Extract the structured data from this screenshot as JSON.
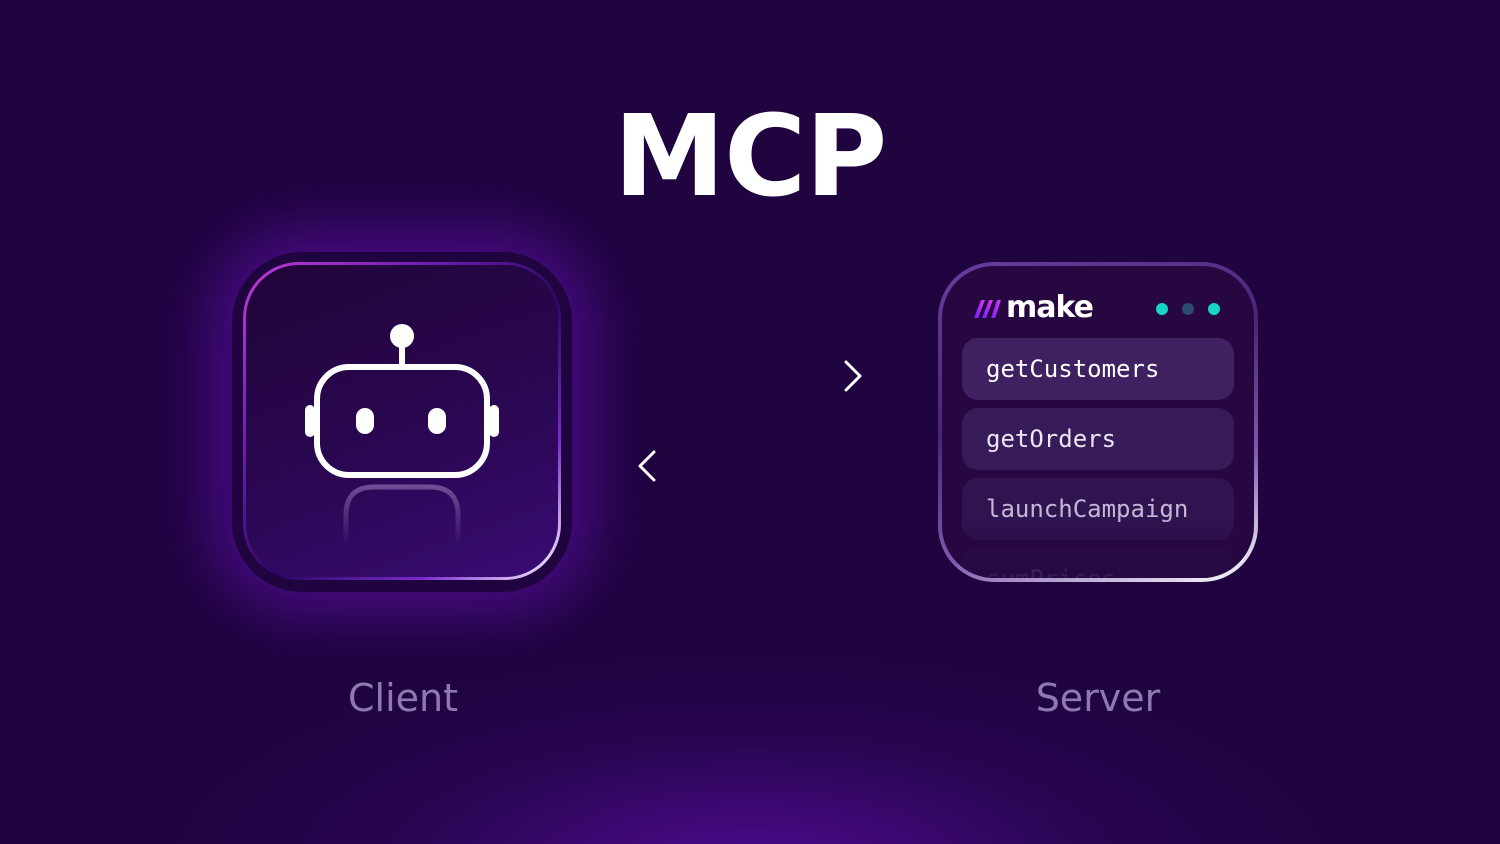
{
  "title": "MCP",
  "client": {
    "label": "Client",
    "icon": "robot-icon"
  },
  "server": {
    "label": "Server",
    "brand": "make",
    "brand_icon": "make-logo-icon",
    "window_dots": [
      "#19d3c5",
      "#2c4a6e",
      "#19d3c5"
    ],
    "tools": [
      "getCustomers",
      "getOrders",
      "launchCampaign",
      "sumPrices"
    ]
  },
  "arrows": {
    "to_server": "arrow-right-icon",
    "to_client": "arrow-left-icon"
  },
  "colors": {
    "background": "#1f0440",
    "accent_glow": "#7a14d2",
    "caption": "#8f7ab0",
    "teal": "#19d3c5"
  }
}
